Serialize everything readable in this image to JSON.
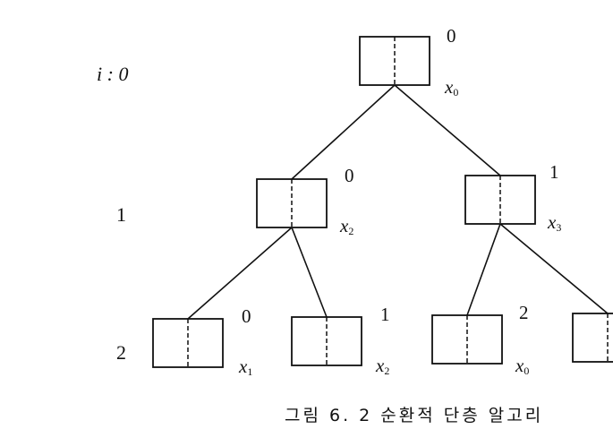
{
  "levels": [
    "i : 0",
    "1",
    "2"
  ],
  "nodes": [
    {
      "id": "root",
      "index": "0",
      "var": "x",
      "sub": "0"
    },
    {
      "id": "n1L",
      "index": "0",
      "var": "x",
      "sub": "2"
    },
    {
      "id": "n1R",
      "index": "1",
      "var": "x",
      "sub": "3"
    },
    {
      "id": "n2a",
      "index": "0",
      "var": "x",
      "sub": "1"
    },
    {
      "id": "n2b",
      "index": "1",
      "var": "x",
      "sub": "2"
    },
    {
      "id": "n2c",
      "index": "2",
      "var": "x",
      "sub": "0"
    },
    {
      "id": "n2d",
      "index": "",
      "var": "",
      "sub": ""
    }
  ],
  "edges": [
    [
      "root",
      "n1L"
    ],
    [
      "root",
      "n1R"
    ],
    [
      "n1L",
      "n2a"
    ],
    [
      "n1L",
      "n2b"
    ],
    [
      "n1R",
      "n2c"
    ],
    [
      "n1R",
      "n2d"
    ]
  ],
  "caption": "그림 6. 2  순환적 단층 알고리",
  "colors": {
    "stroke": "#111111",
    "background": "#ffffff"
  }
}
